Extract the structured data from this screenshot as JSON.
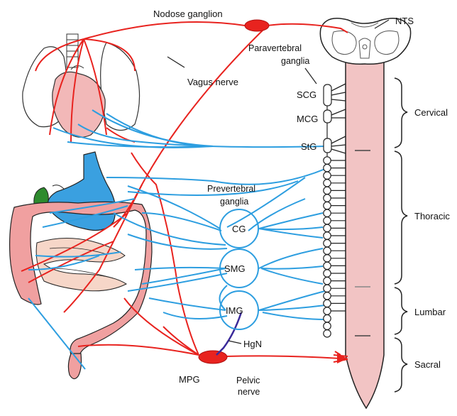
{
  "labels": {
    "nodose_ganglion": "Nodose ganglion",
    "nts": "NTS",
    "paravertebral_1": "Paravertebral",
    "paravertebral_2": "ganglia",
    "vagus_nerve": "Vagus nerve",
    "scg": "SCG",
    "mcg": "MCG",
    "stg": "StG",
    "prevertebral_1": "Prevertebral",
    "prevertebral_2": "ganglia",
    "cg": "CG",
    "smg": "SMG",
    "img": "IMG",
    "hgn": "HgN",
    "mpg": "MPG",
    "pelvic_1": "Pelvic",
    "pelvic_2": "nerve",
    "cervical": "Cervical",
    "thoracic": "Thoracic",
    "lumbar": "Lumbar",
    "sacral": "Sacral"
  },
  "colors": {
    "afferent_red": "#e8231f",
    "sympathetic_blue": "#2d9ee0",
    "hypogastric_purple": "#3a2a9a",
    "spinal_cord": "#f2c4c4",
    "intestine": "#f0a0a0",
    "stomach": "#3aa0e0",
    "gallbladder": "#2e8b2e",
    "heart": "#f2b8b8",
    "outline": "#222222"
  }
}
